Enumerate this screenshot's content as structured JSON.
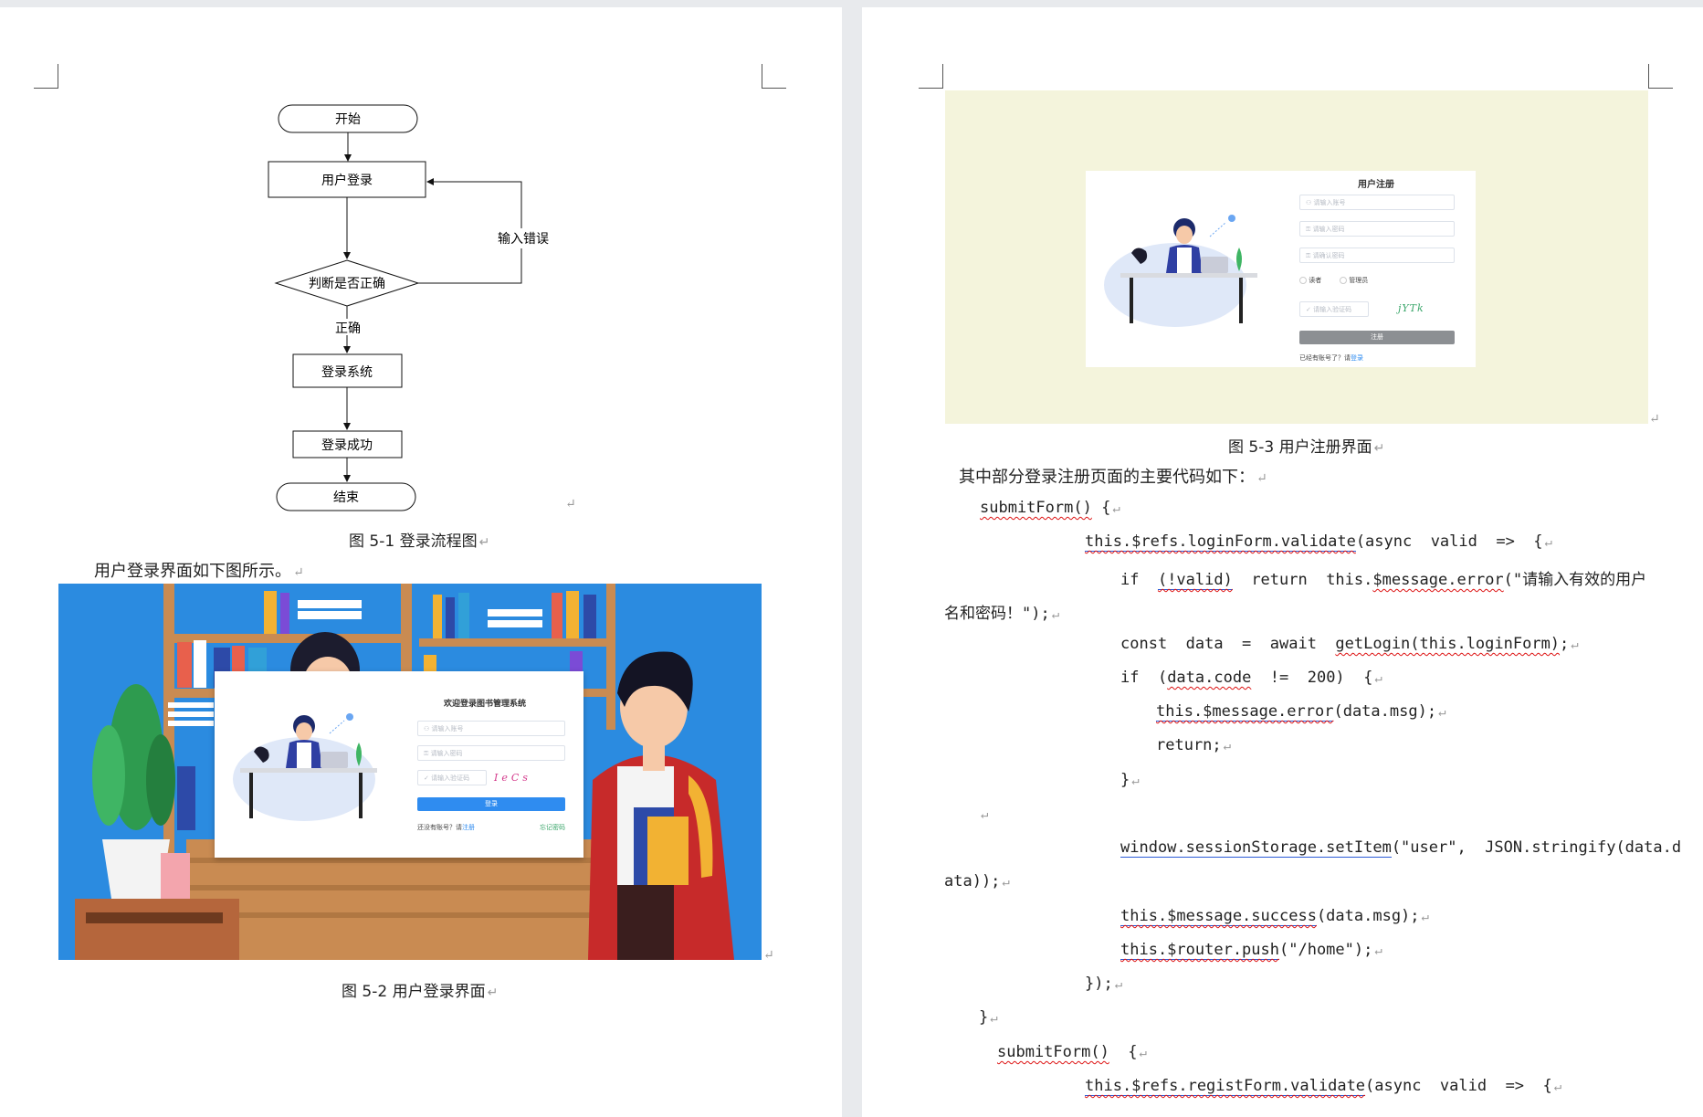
{
  "flowchart": {
    "nodes": {
      "start": "开始",
      "login": "用户登录",
      "decision": "判断是否正确",
      "system": "登录系统",
      "success": "登录成功",
      "end": "结束"
    },
    "edges": {
      "error": "输入错误",
      "correct": "正确"
    }
  },
  "captions": {
    "fig1": "图 5-1 登录流程图",
    "fig2": "图 5-2 用户登录界面",
    "fig3": "图 5-3 用户注册界面"
  },
  "paragraphs": {
    "login_intro": "用户登录界面如下图所示。",
    "code_intro": "其中部分登录注册页面的主要代码如下："
  },
  "login_mock": {
    "title": "欢迎登录图书管理系统",
    "account_placeholder": "请输入账号",
    "password_placeholder": "请输入密码",
    "captcha_placeholder": "请输入验证码",
    "captcha_text": "IeCs",
    "login_button": "登录",
    "no_account_text": "还没有账号？请",
    "register_link": "注册",
    "forgot_link": "忘记密码"
  },
  "register_mock": {
    "title": "用户注册",
    "account_placeholder": "请输入账号",
    "password_placeholder": "请输入密码",
    "confirm_placeholder": "请确认密码",
    "role_reader": "读者",
    "role_admin": "管理员",
    "captcha_placeholder": "请输入验证码",
    "captcha_text": "jYTk",
    "register_button": "注册",
    "have_account_text": "已经有账号了？请",
    "login_link": "登录"
  },
  "code": {
    "l1": "submitForm()",
    "l1b": " {",
    "l2a": "this.$refs.loginForm.validate",
    "l2b": "(async  valid  =>  {",
    "l3a": "if  ",
    "l3b": "(!valid)",
    "l3c": "  return  this.",
    "l3d": "$message.error",
    "l3e": "(\"请输入有效的用户",
    "l4": "名和密码！\");",
    "l5a": "const  data  =  await  ",
    "l5b": "getLogin(this.loginForm)",
    "l5c": ";",
    "l6a": "if  (",
    "l6b": "data.code",
    "l6c": "  !=  200)  {",
    "l7a": "this.$message.error",
    "l7b": "(data.msg);",
    "l8": "return;",
    "l9": "}",
    "l11a": "window.sessionStorage.setItem",
    "l11b": "(\"user\",  JSON.stringify(data.d",
    "l12": "ata));",
    "l13a": "this.$message.success",
    "l13b": "(data.msg);",
    "l14a": "this.$router.push",
    "l14b": "(\"/home\");",
    "l15": "});",
    "l16": "}",
    "l17": "submitForm()",
    "l17b": "  {",
    "l18a": "this.$refs.registForm.validate",
    "l18b": "(async  valid  =>  {"
  },
  "colors": {
    "login_bg_blue": "#2b8be0",
    "register_bg": "#f4f4dc",
    "button_blue": "#2f8cf0",
    "button_gray": "#8c8f93"
  }
}
